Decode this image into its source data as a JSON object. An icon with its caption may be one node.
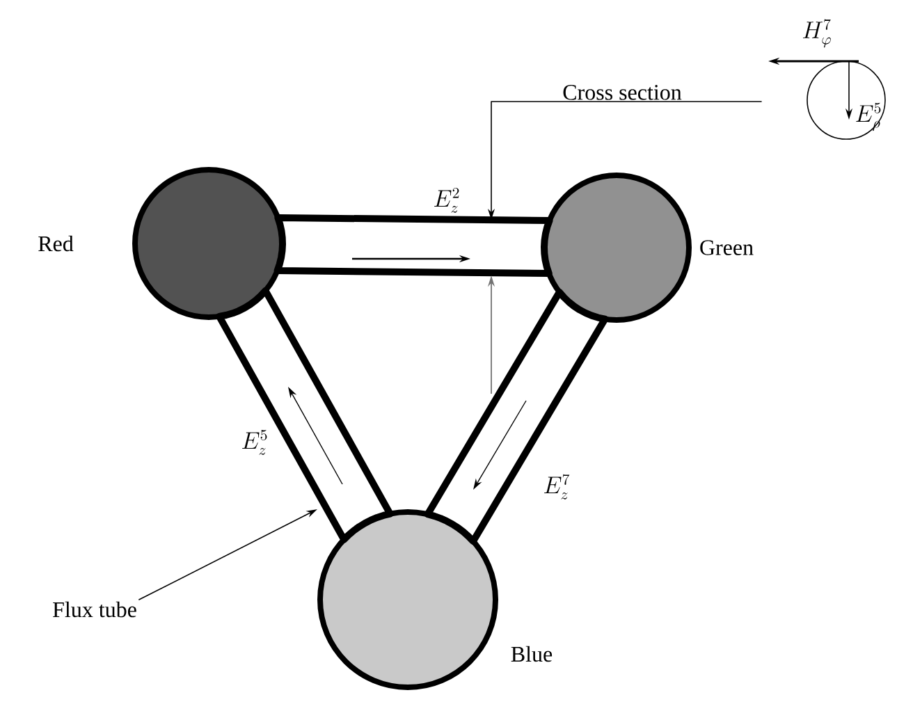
{
  "diagram": {
    "nodes": [
      {
        "text": [],
        "shape": "circle",
        "beside": [
          "Red"
        ]
      },
      {
        "text": [],
        "shape": "circle",
        "beside": [
          "Green"
        ]
      },
      {
        "text": [],
        "shape": "circle",
        "beside": [
          "Blue"
        ]
      },
      {
        "text": [
          "Cross section"
        ]
      },
      {
        "text": [],
        "shape": "circle"
      },
      {
        "text": [
          "Flux tube"
        ]
      }
    ],
    "edges": [
      {
        "from": 0,
        "to": 1,
        "arrow": "none",
        "label": "E_z^2"
      },
      {
        "from": 2,
        "to": 0,
        "arrow": "none",
        "label": "E_z^5"
      },
      {
        "from": 1,
        "to": 2,
        "arrow": "none",
        "label": "E_z^7"
      },
      {
        "from": 3,
        "to": null,
        "arrow": "to"
      },
      {
        "from": 5,
        "to": null,
        "arrow": "to"
      }
    ],
    "labels": [
      "H_\\varphi^7",
      "E_\\rho^5"
    ]
  }
}
